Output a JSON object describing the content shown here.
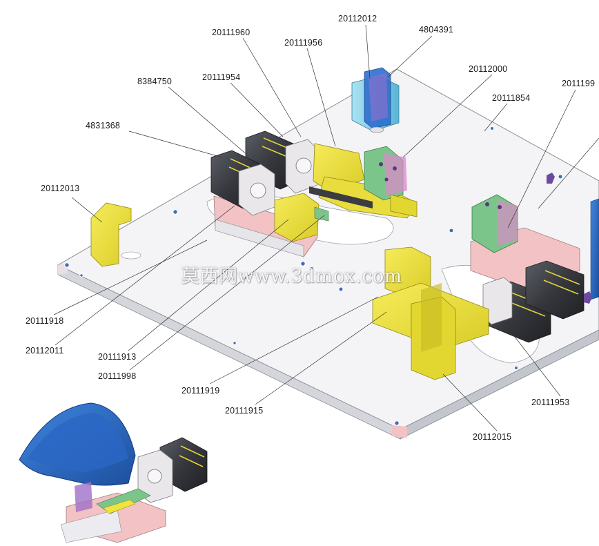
{
  "callouts": [
    {
      "id": "c1",
      "text": "20112012"
    },
    {
      "id": "c2",
      "text": "4804391"
    },
    {
      "id": "c3",
      "text": "20111960"
    },
    {
      "id": "c4",
      "text": "20111956"
    },
    {
      "id": "c5",
      "text": "20112000"
    },
    {
      "id": "c6",
      "text": "8384750"
    },
    {
      "id": "c7",
      "text": "20111954"
    },
    {
      "id": "c8",
      "text": "20111854"
    },
    {
      "id": "c9",
      "text": "2011199"
    },
    {
      "id": "c10",
      "text": "4831368"
    },
    {
      "id": "c11",
      "text": "20112013"
    },
    {
      "id": "c12",
      "text": "20111918"
    },
    {
      "id": "c13",
      "text": "20112011"
    },
    {
      "id": "c14",
      "text": "20111913"
    },
    {
      "id": "c15",
      "text": "20111998"
    },
    {
      "id": "c16",
      "text": "20111919"
    },
    {
      "id": "c17",
      "text": "20111915"
    },
    {
      "id": "c18",
      "text": "20111953"
    },
    {
      "id": "c19",
      "text": "20112015"
    }
  ],
  "watermark": "莫西网www.3dmox.com",
  "colors": {
    "plate": "#f4f4f6",
    "plate_edge": "#c9cbd2",
    "pink": "#f2c2c4",
    "yellow": "#efe33c",
    "yellow_dark": "#b9ae1e",
    "cylinder": "#3c3e44",
    "cylinder_light": "#5b5e66",
    "flange": "#e9e7ea",
    "green": "#7cc58a",
    "blue": "#2d6fd0",
    "cyan": "#8ad4ea",
    "purple": "#a070c8",
    "bolt": "#4a6fb8"
  }
}
